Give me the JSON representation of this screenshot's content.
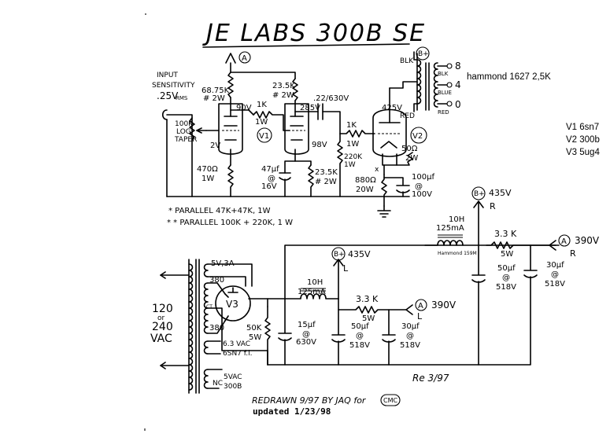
{
  "title": "JE LABS 300B SE",
  "input": {
    "line1": "INPUT",
    "line2": "SENSITIVITY",
    "line3": ".25V",
    "line3_sub": "RMS"
  },
  "pot": {
    "value": "100K",
    "l2": "LOG",
    "l3": "TAPER"
  },
  "v1": {
    "label": "V1",
    "r_plate": "68.75K",
    "r_plate_w": "# 2W",
    "v_plate": "90V",
    "v_cathode": "2V",
    "r_k": "470Ω",
    "r_k_w": "1W",
    "r_grid2": "1K",
    "r_grid2_w": "1W",
    "r_plate2": "23.5K",
    "r_plate2_w": "# 2W",
    "v_plate2": "285V",
    "v_k2": "98V",
    "cap_k": "47µf",
    "cap_k2": "@",
    "cap_k3": "16V",
    "r_k2": "23.5K",
    "r_k2_w": "# 2W"
  },
  "coupling": {
    "value": ".22/630V"
  },
  "v2": {
    "label": "V2",
    "v_plate": "425V",
    "r_grid": "1K",
    "r_grid_w": "1W",
    "r_leak": "220K",
    "r_leak_w": "1W",
    "r_fil": "50Ω",
    "r_fil_w": "2W",
    "r_k": "880Ω",
    "r_k_w": "20W",
    "c_k": "100µf",
    "c_k2": "@",
    "c_k3": "100V",
    "x_mark": "x"
  },
  "otx": {
    "bplus": "B+",
    "blk": "BLK",
    "red": "RED",
    "tap8": "8",
    "tap8c": "BLK",
    "tap4": "4",
    "tap4c": "BLUE",
    "tap0": "0",
    "tap0c": "RED",
    "note": "hammond 1627 2,5K"
  },
  "tubes_note": [
    "V1 6sn7",
    "V2 300b",
    "V3 5ug4"
  ],
  "notes": [
    "* PARALLEL 47K+47K, 1W",
    "* * PARALLEL 100K + 220K, 1 W"
  ],
  "a_node": "A",
  "psu": {
    "mains": [
      "120",
      "or",
      "240",
      "VAC"
    ],
    "hv": [
      "380",
      "380"
    ],
    "rect": "V3",
    "rect_v": "5V,3A",
    "ct": "CT",
    "fil1": [
      "6.3 VAC",
      "6SN7 f.l."
    ],
    "fil2": [
      "5VAC",
      "300B"
    ],
    "nc": "NC",
    "bleeder": "50K",
    "bleeder_w": "5W",
    "c1": "15µf",
    "c1b": "@",
    "c1c": "630V",
    "choke1": "10H",
    "choke1b": "125mA",
    "bplus1": "435V",
    "l_label": "L",
    "c2": "50µf",
    "c2b": "@",
    "c2c": "518V",
    "r1": "3.3 K",
    "r1w": "5W",
    "out_l": "390V",
    "out_l_tag": "L",
    "c3": "30µf",
    "c3b": "@",
    "c3c": "518V",
    "bplus2": "435V",
    "r_label": "R",
    "choke2": "10H",
    "choke2b": "125mA",
    "choke2_note": "Hammond 159M",
    "c4": "50µf",
    "c4b": "@",
    "c4c": "518V",
    "r2": "3.3 K",
    "r2w": "5W",
    "out_r": "390V",
    "out_r_tag": "R",
    "c5": "30µf",
    "c5b": "@",
    "c5c": "518V"
  },
  "redrawn": "REDRAWN 9/97 BY JAQ for",
  "cmc": "CMC",
  "updated": "updated 1/23/98",
  "signature": "Re 3/97"
}
